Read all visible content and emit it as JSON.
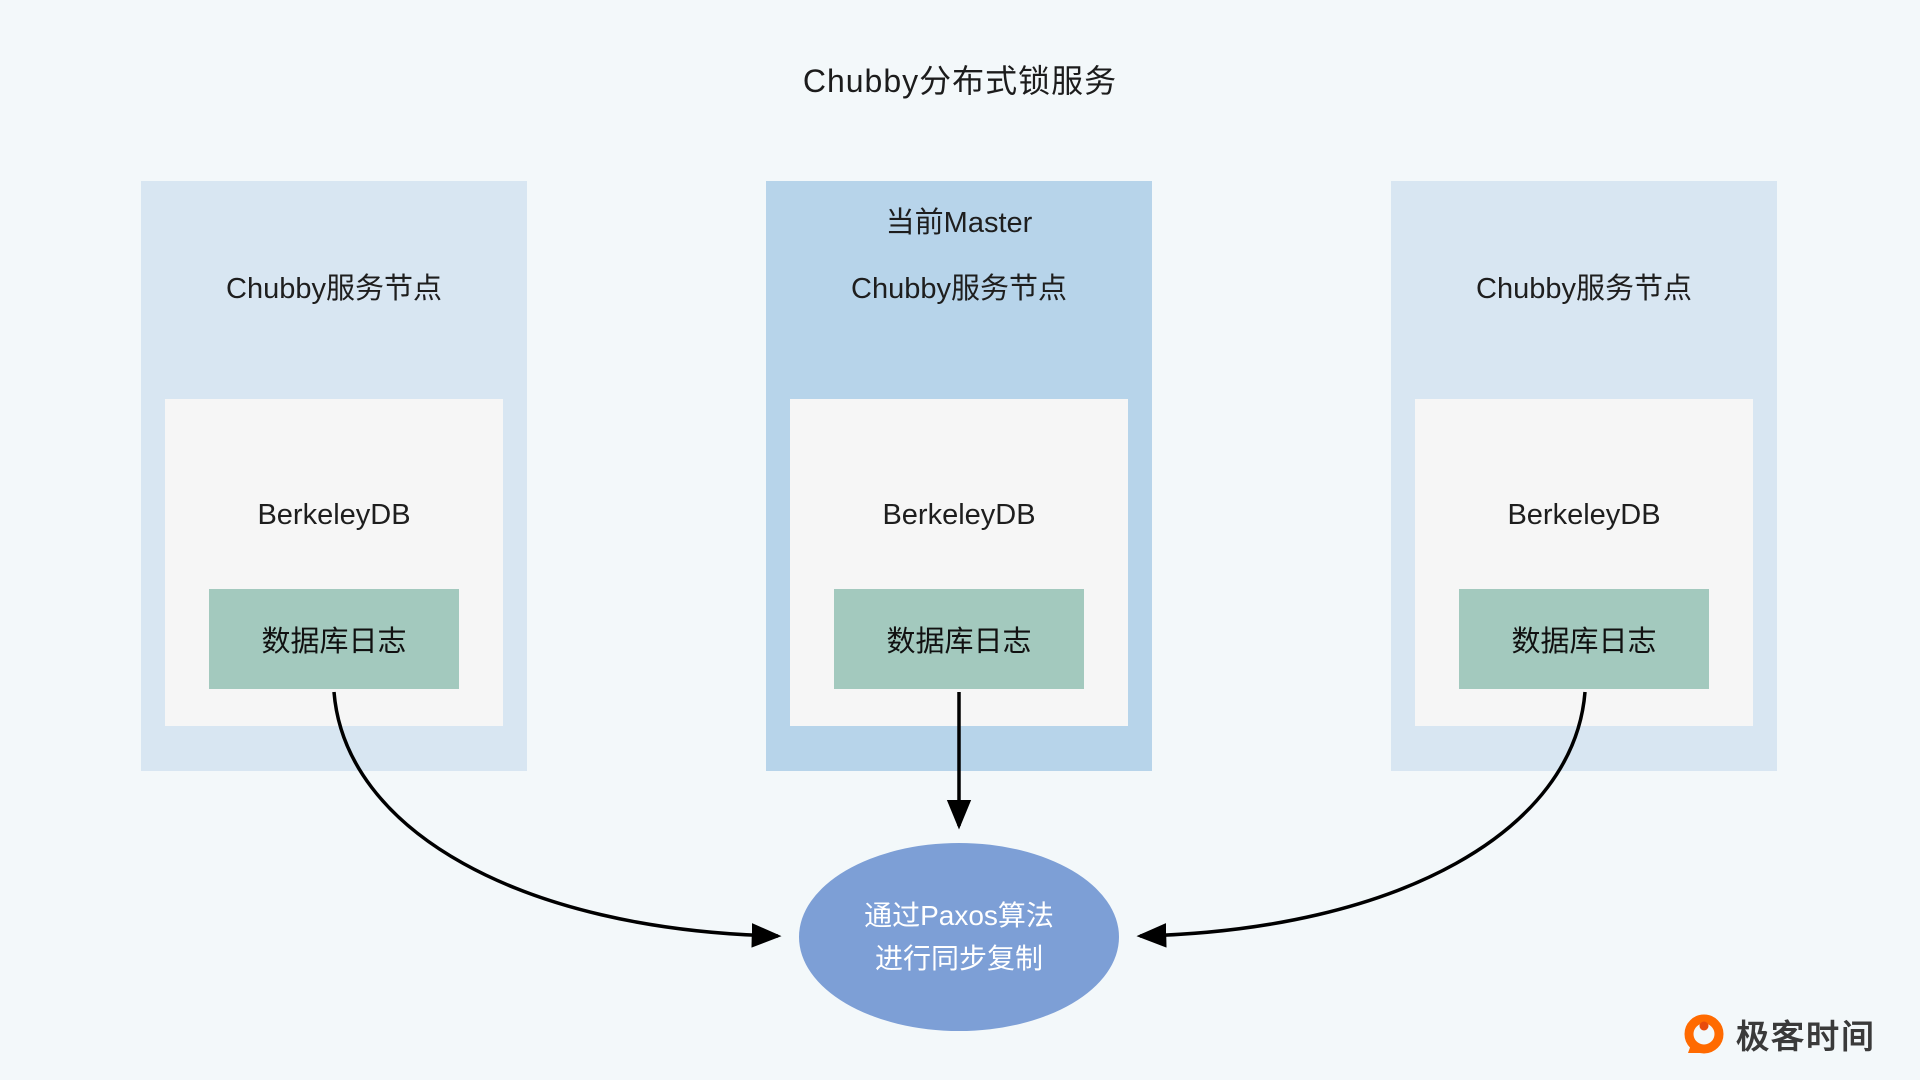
{
  "title": "Chubby分布式锁服务",
  "nodes": [
    {
      "label": "Chubby服务节点",
      "db_label": "BerkeleyDB",
      "log_label": "数据库日志"
    },
    {
      "master_label": "当前Master",
      "label": "Chubby服务节点",
      "db_label": "BerkeleyDB",
      "log_label": "数据库日志"
    },
    {
      "label": "Chubby服务节点",
      "db_label": "BerkeleyDB",
      "log_label": "数据库日志"
    }
  ],
  "ellipse": {
    "line1": "通过Paxos算法",
    "line2": "进行同步复制"
  },
  "logo": {
    "text": "极客时间"
  },
  "colors": {
    "background": "#f3f8fa",
    "node_fill": "#d8e6f2",
    "master_node_fill": "#b7d4ea",
    "db_fill": "#f6f6f6",
    "log_fill": "#a3c9be",
    "ellipse_fill": "#7d9fd6",
    "ellipse_text": "#ffffff",
    "arrow": "#000000",
    "logo_orange": "#ff6a00"
  }
}
